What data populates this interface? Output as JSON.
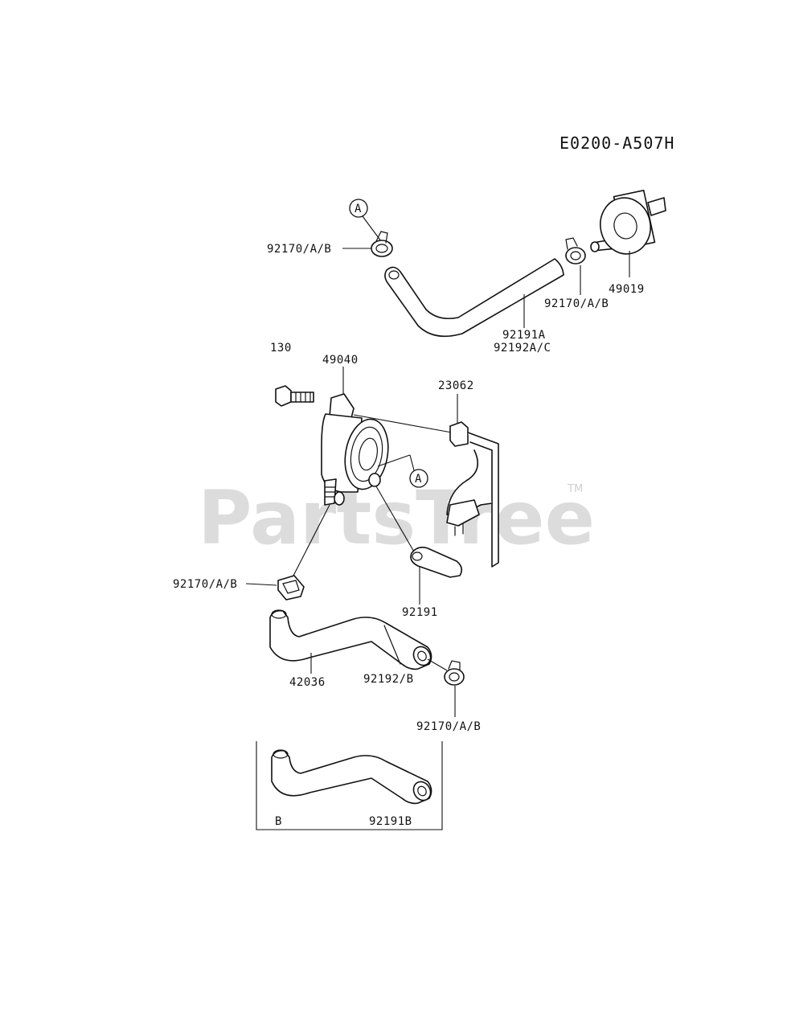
{
  "diagram": {
    "code": "E0200-A507H",
    "watermark": "PartsTree",
    "trademark": "TM",
    "callouts": {
      "a_top": "A",
      "a_mid": "A"
    },
    "labels": {
      "clamp_top_left": "92170/A/B",
      "clamp_top_right": "92170/A/B",
      "filter": "49019",
      "hose_top_a": "92191A",
      "hose_top_b": "92192A/C",
      "ref_130": "130",
      "pump": "49040",
      "bracket": "23062",
      "clamp_mid_left": "92170/A/B",
      "hose_short": "92191",
      "hose_main": "42036",
      "hose_sleeve": "92192/B",
      "clamp_bottom": "92170/A/B",
      "inset_letter": "B",
      "inset_part": "92191B"
    }
  }
}
